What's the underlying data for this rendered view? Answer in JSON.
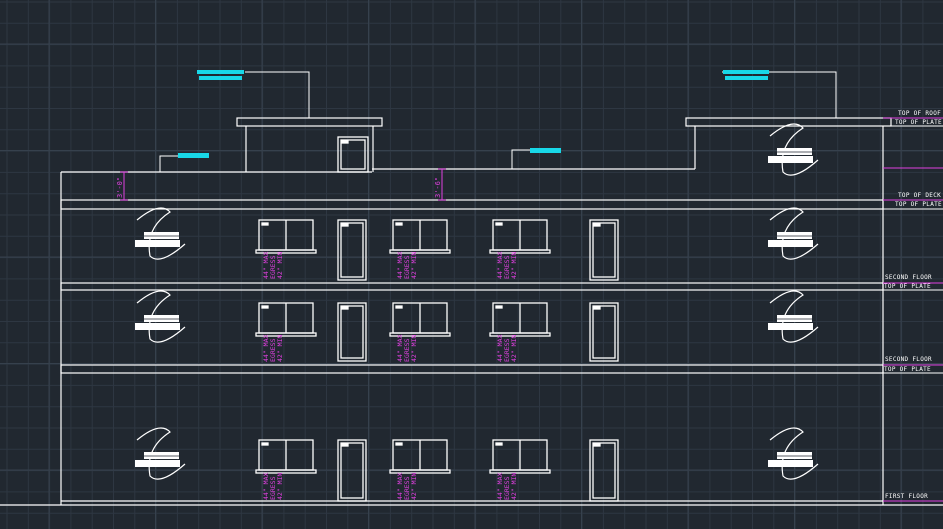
{
  "dimensions": {
    "roof_parapet": "3'-0\"",
    "deck_parapet": "3'-6\""
  },
  "window_note": {
    "line1": "44\" MAX",
    "line2": "EGRESS",
    "line3": "42\" MIN"
  },
  "levels": {
    "top_of_roof": "TOP OF ROOF",
    "top_of_plate_roof": "TOP OF PLATE",
    "top_of_deck": "TOP OF DECK",
    "top_of_plate_deck": "TOP OF PLATE",
    "second_floor_a": "SECOND FLOOR",
    "top_of_plate_a": "TOP OF PLATE",
    "second_floor_b": "SECOND FLOOR",
    "top_of_plate_b": "TOP OF PLATE",
    "first_floor": "FIRST FLOOR"
  },
  "colors": {
    "background": "#212830",
    "grid": "#2e3742",
    "grid_major": "#36414d",
    "line": "#ffffff",
    "annotation": "#e040e0",
    "callout_tag": "#18d8e8"
  },
  "icons": {
    "ac_unit": "hvac-condenser-icon",
    "window": "window-icon",
    "door": "door-icon"
  }
}
